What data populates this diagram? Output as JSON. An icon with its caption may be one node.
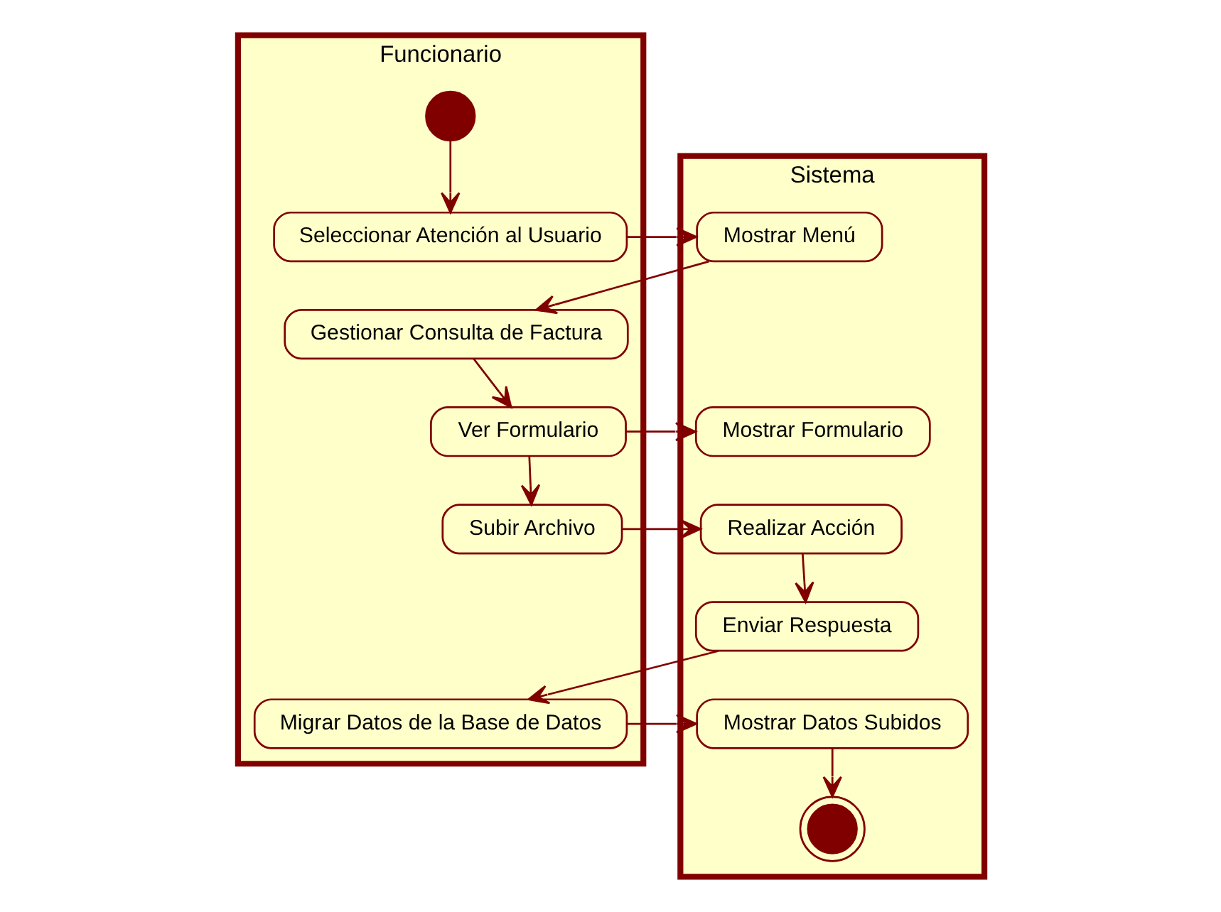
{
  "diagram": {
    "nodes": [
      {
        "text": [
          "Funcionario"
        ]
      },
      {
        "text": [
          "Sistema"
        ]
      },
      {
        "text": [],
        "shape": "circle",
        "in": 0
      },
      {
        "text": [
          "Seleccionar Atención al Usuario"
        ],
        "in": 0
      },
      {
        "text": [
          "Mostrar Menú"
        ],
        "in": 1
      },
      {
        "text": [
          "Gestionar Consulta de Factura"
        ],
        "in": 0
      },
      {
        "text": [
          "Ver Formulario"
        ],
        "in": 0
      },
      {
        "text": [
          "Mostrar Formulario"
        ],
        "in": 1
      },
      {
        "text": [
          "Subir Archivo"
        ],
        "in": 0
      },
      {
        "text": [
          "Realizar Acción"
        ],
        "in": 1
      },
      {
        "text": [
          "Enviar Respuesta"
        ],
        "in": 1
      },
      {
        "text": [
          "Migrar Datos de la Base de Datos"
        ],
        "in": 0
      },
      {
        "text": [
          "Mostrar Datos Subidos"
        ],
        "in": 1
      },
      {
        "text": [],
        "shape": "circle",
        "in": 1
      }
    ],
    "edges": [
      {
        "from": 2,
        "to": 3,
        "arrow": "to"
      },
      {
        "from": 3,
        "to": 4,
        "arrow": "to"
      },
      {
        "from": 4,
        "to": 5,
        "arrow": "to"
      },
      {
        "from": 5,
        "to": 6,
        "arrow": "to"
      },
      {
        "from": 6,
        "to": 7,
        "arrow": "to"
      },
      {
        "from": 6,
        "to": 8,
        "arrow": "to"
      },
      {
        "from": 8,
        "to": 9,
        "arrow": "to"
      },
      {
        "from": 9,
        "to": 10,
        "arrow": "to"
      },
      {
        "from": 10,
        "to": 11,
        "arrow": "to"
      },
      {
        "from": 11,
        "to": 12,
        "arrow": "to"
      },
      {
        "from": 12,
        "to": 13,
        "arrow": "to"
      }
    ]
  }
}
